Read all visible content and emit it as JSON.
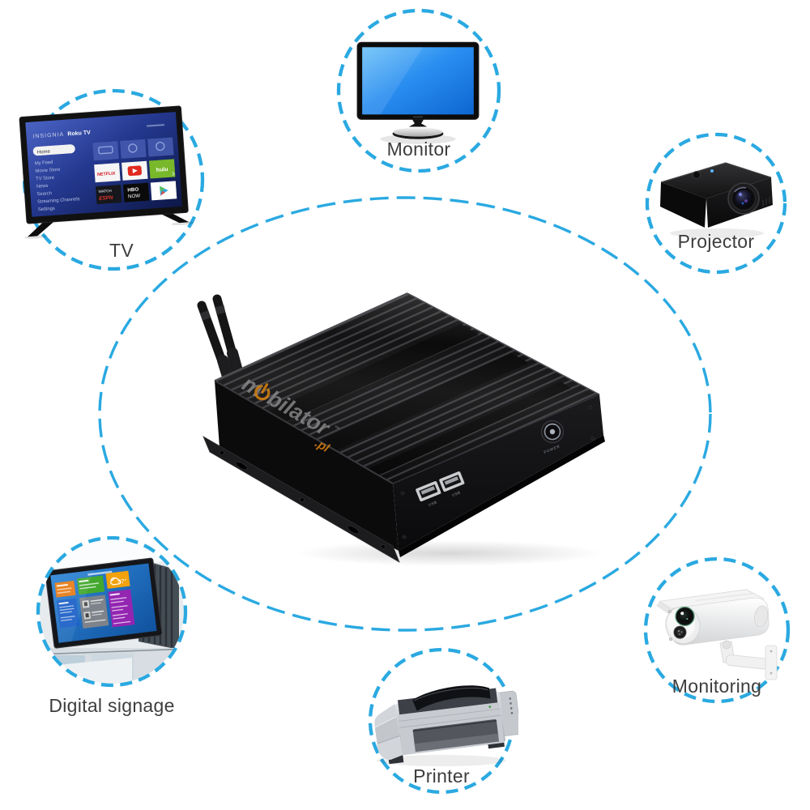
{
  "palette": {
    "accent": "#2aa9e1",
    "label_color": "#3d3d3d",
    "logo_orange": "#ef8c0e"
  },
  "nodes": {
    "monitor": {
      "label": "Monitor"
    },
    "projector": {
      "label": "Projector"
    },
    "tv": {
      "label": "TV"
    },
    "digital_signage": {
      "label": "Digital signage"
    },
    "printer": {
      "label": "Printer"
    },
    "monitoring": {
      "label": "Monitoring"
    }
  },
  "center_device": {
    "type": "fanless-mini-pc",
    "logo": {
      "pre": "m",
      "rest": "bilator",
      "tld": ".pl",
      "tm": "™"
    },
    "front_panel": {
      "usb1": "USB",
      "usb2": "USB",
      "power": "POWER"
    }
  },
  "tv_screen": {
    "brand": "INSIGNIA",
    "platform": "Roku TV",
    "menu": [
      "Home",
      "My Feed",
      "Movie Store",
      "TV Store",
      "News",
      "Search",
      "Streaming Channels",
      "Settings"
    ],
    "apps": {
      "netflix": "NETFLIX",
      "hulu": "hulu",
      "watch": "WATCH",
      "espn": "ESPN",
      "hbo": "HBO",
      "now": "NOW"
    }
  },
  "signage_screen": {
    "temperature": "87°"
  }
}
